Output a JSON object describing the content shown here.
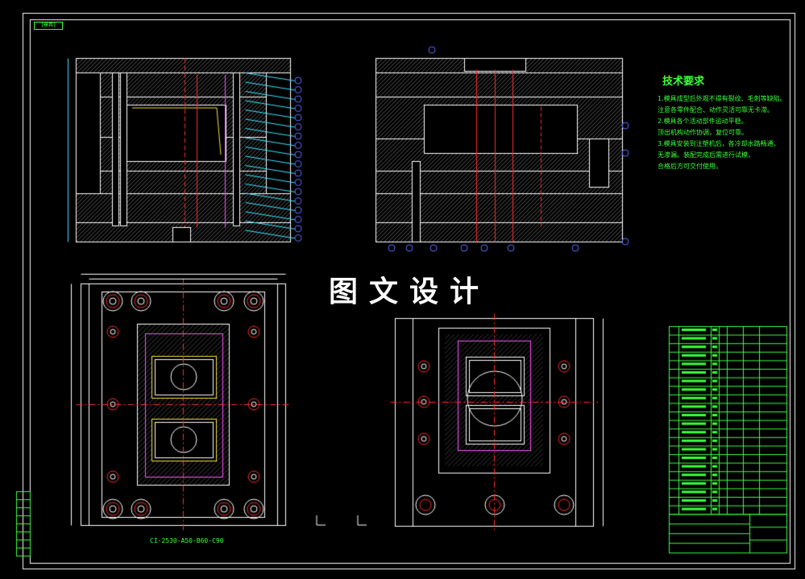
{
  "watermark": "图文设计",
  "frame_tag": "[模具]",
  "technical_requirements": {
    "title": "技术要求",
    "lines": [
      "1.模具成型后外观不得有裂纹、毛刺等缺陷。",
      "注意各零件配合、动作灵活可靠无卡滞。",
      "2.模具各个活动部件运动平稳。",
      "顶出机构动作协调，复位可靠。",
      "3.模具安装到注塑机后，各冷却水路畅通，",
      "无渗漏。装配完成后需进行试模，",
      "合格后方可交付使用。"
    ]
  },
  "bottom_model_label": "CI-2530-A50-B60-C90",
  "colors": {
    "background": "#000000",
    "outline": "#ffffff",
    "green": "#3cff3c",
    "hatch": "#9a9a9a",
    "red": "#ff2a2a",
    "blue": "#5a6cff",
    "yellow": "#ffe03a",
    "magenta": "#ff50ff",
    "cyan": "#39e6ff"
  }
}
